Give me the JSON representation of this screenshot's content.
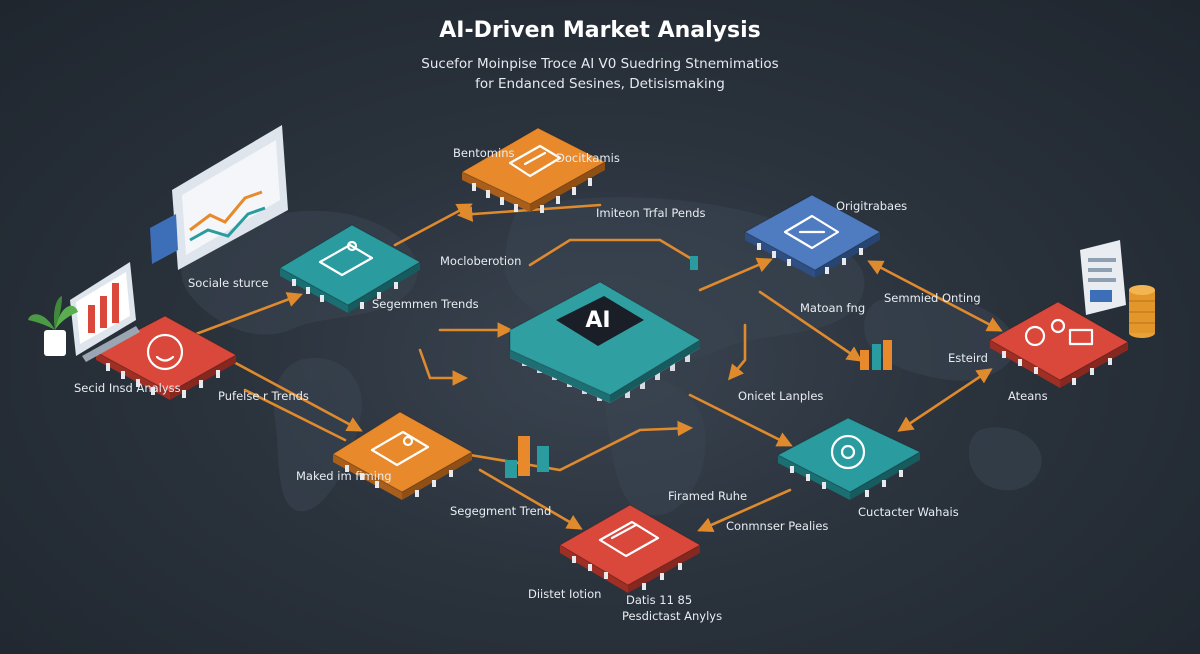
{
  "header": {
    "title": "AI-Driven Market Analysis",
    "subtitle_line1": "Sucefor Moinpise Troce AI V0 Suedring Stnemimatios",
    "subtitle_line2": "for Endanced Sesines, Detisismaking"
  },
  "core": {
    "label": "AI"
  },
  "labels": {
    "top_left": "Bentomins",
    "top_right": "Docitkamis",
    "trend": "Imiteon Trfal Pends",
    "orig": "Origitrabaes",
    "social": "Sociale sturce",
    "mod": "Mocloberotion",
    "seg_trends": "Segemmen Trends",
    "social_analysis": "Secid Insd Analyss",
    "perf_trends": "Pufelse r Trends",
    "market_mining": "Maked im fiming",
    "segment_trend": "Segegment Trend",
    "marketing": "Matoan fng",
    "sentiment": "Semmied Onting",
    "ext": "Esteird",
    "ats": "Ateans",
    "context": "Onicet Lanples",
    "framed": "Firamed Ruhe",
    "consumer": "Conmnser Pealies",
    "cust": "Cuctacter Wahais",
    "dist": "Diistet Iotion",
    "datis": "Datis 11 85",
    "pred": "Pesdictast Anylys"
  },
  "colors": {
    "background": "#2a323c",
    "orange": "#e8892b",
    "teal": "#2a9b9e",
    "red": "#d9483b",
    "blue": "#4f7cc0",
    "wire": "#e08a2e"
  },
  "icons": {
    "core": "ai-chip-icon",
    "document": "document-icon",
    "profile": "profile-card-icon",
    "face": "smiley-face-icon",
    "gears": "gears-icon",
    "globe": "globe-icon",
    "chart": "chart-icon"
  }
}
